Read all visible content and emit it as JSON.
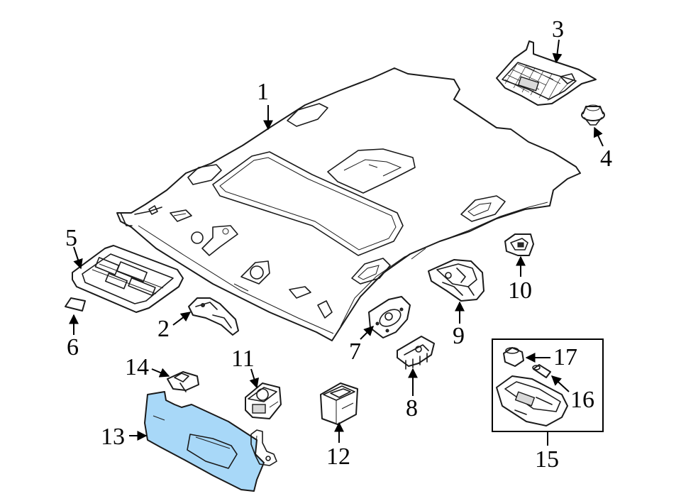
{
  "diagram": {
    "highlight_color": "#a8d8f8",
    "callouts": [
      {
        "id": "1",
        "text": "1"
      },
      {
        "id": "2",
        "text": "2"
      },
      {
        "id": "3",
        "text": "3"
      },
      {
        "id": "4",
        "text": "4"
      },
      {
        "id": "5",
        "text": "5"
      },
      {
        "id": "6",
        "text": "6"
      },
      {
        "id": "7",
        "text": "7"
      },
      {
        "id": "8",
        "text": "8"
      },
      {
        "id": "9",
        "text": "9"
      },
      {
        "id": "10",
        "text": "10"
      },
      {
        "id": "11",
        "text": "11"
      },
      {
        "id": "12",
        "text": "12"
      },
      {
        "id": "13",
        "text": "13"
      },
      {
        "id": "14",
        "text": "14"
      },
      {
        "id": "15",
        "text": "15"
      },
      {
        "id": "16",
        "text": "16"
      },
      {
        "id": "17",
        "text": "17"
      }
    ]
  }
}
